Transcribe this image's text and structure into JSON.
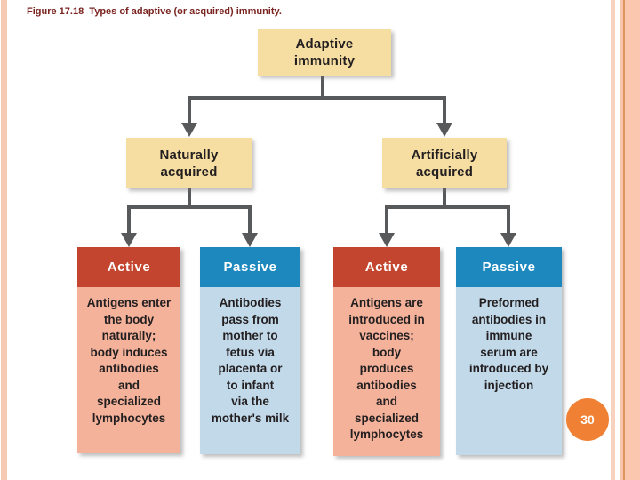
{
  "slide": {
    "title": "Figure 17.18  Types of adaptive (or acquired) immunity.",
    "page_number": "30"
  },
  "diagram": {
    "root": {
      "label": "Adaptive\nimmunity"
    },
    "branches": [
      {
        "label": "Naturally\nacquired",
        "children": [
          {
            "label": "Active",
            "description": "Antigens enter\nthe body\nnaturally;\nbody induces\nantibodies\nand\nspecialized\nlymphocytes"
          },
          {
            "label": "Passive",
            "description": "Antibodies\npass from\nmother to\nfetus via\nplacenta or\nto infant\nvia the\nmother's milk"
          }
        ]
      },
      {
        "label": "Artificially\nacquired",
        "children": [
          {
            "label": "Active",
            "description": "Antigens are\nintroduced in\nvaccines;\nbody\nproduces\nantibodies\nand\nspecialized\nlymphocytes"
          },
          {
            "label": "Passive",
            "description": "Preformed\nantibodies in\nimmune\nserum are\nintroduced by\ninjection"
          }
        ]
      }
    ]
  },
  "colors": {
    "node_fill": "#F6DDA1",
    "active_header": "#C3452F",
    "passive_header": "#1C88BE",
    "active_body": "#F4B29A",
    "passive_body": "#C2D9EA",
    "connector": "#58595B",
    "title_text": "#7A2420",
    "page_badge": "#F08033",
    "side_stripe": "#F6C9B2"
  }
}
